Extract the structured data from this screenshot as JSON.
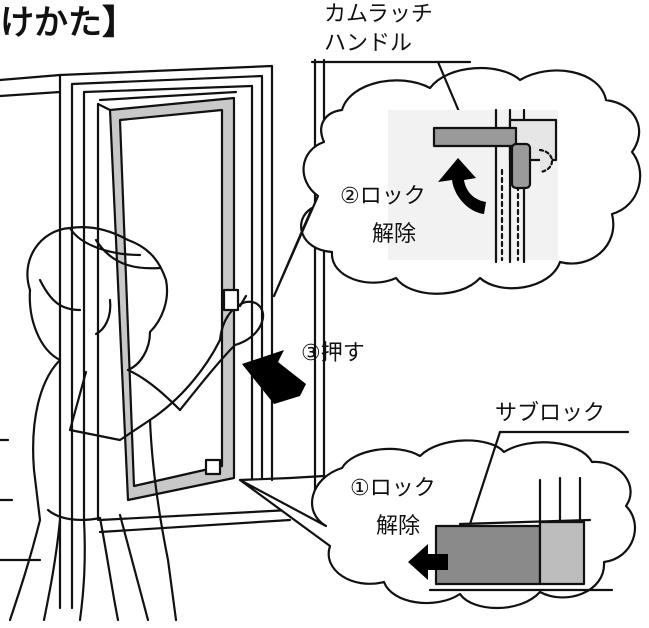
{
  "title": "けかた】",
  "labels": {
    "cam_latch_line1": "カムラッチ",
    "cam_latch_line2": "ハンドル",
    "step2_line1": "②ロック",
    "step2_line2": "解除",
    "step3": "③押す",
    "sub_lock": "サブロック",
    "step1_line1": "①ロック",
    "step1_line2": "解除"
  },
  "colors": {
    "line": "#111111",
    "door_frame": "#c8c8c8",
    "handle_gray": "#9a9a9a",
    "sublock_dark": "#8a8a8a",
    "sublock_light": "#bdbdbd",
    "arrow": "#000000"
  }
}
